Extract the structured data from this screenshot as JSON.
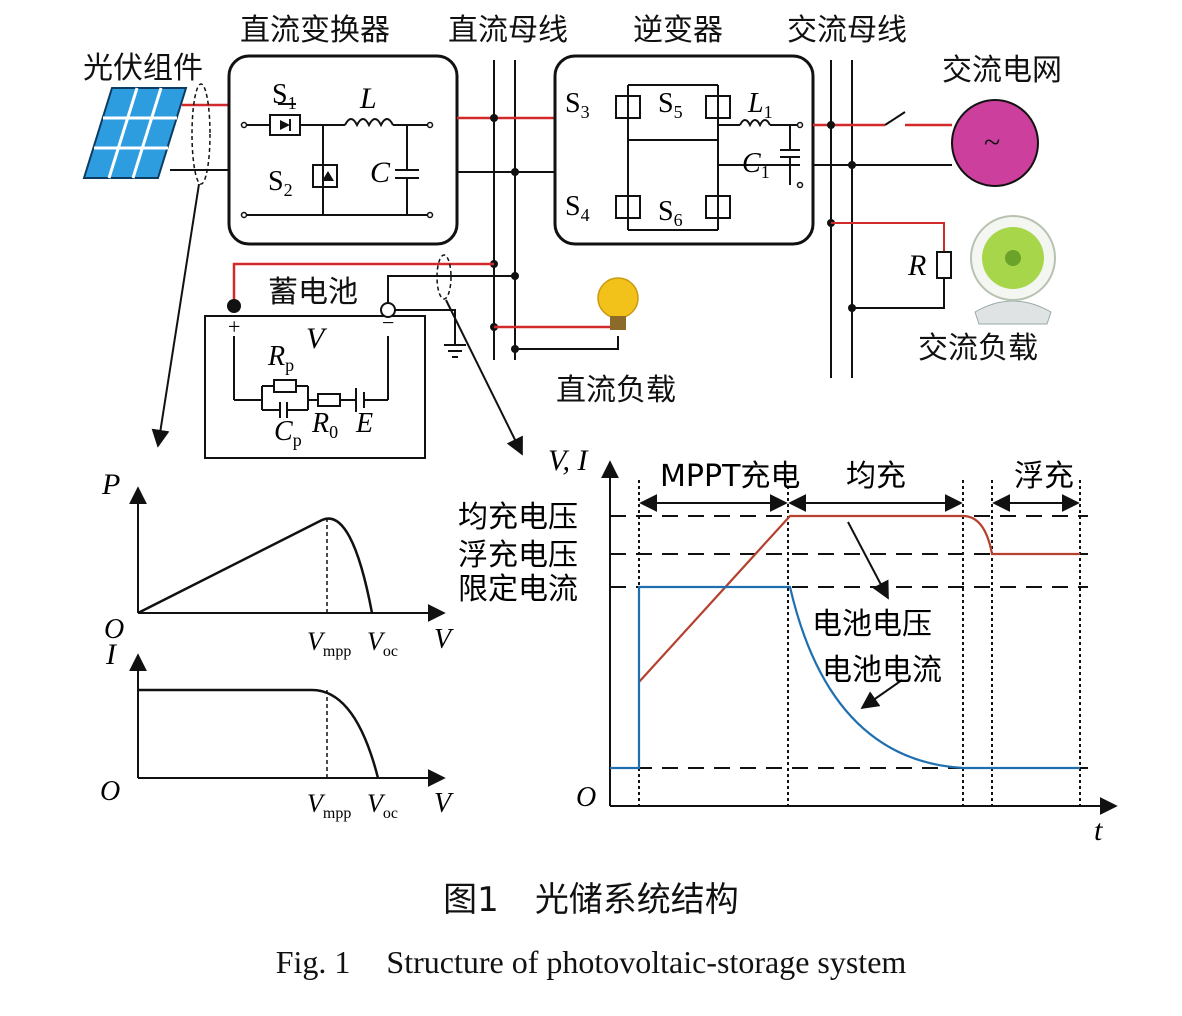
{
  "labels": {
    "pv_module": "光伏组件",
    "dc_converter": "直流变换器",
    "dc_bus": "直流母线",
    "inverter": "逆变器",
    "ac_bus": "交流母线",
    "ac_grid": "交流电网",
    "battery": "蓄电池",
    "dc_load": "直流负载",
    "ac_load": "交流负载",
    "grid_symbol": "~",
    "plus": "+",
    "minus": "−"
  },
  "components": {
    "S1": "S",
    "S1_sub": "1",
    "S2": "S",
    "S2_sub": "2",
    "S3": "S",
    "S3_sub": "3",
    "S4": "S",
    "S4_sub": "4",
    "S5": "S",
    "S5_sub": "5",
    "S6": "S",
    "S6_sub": "6",
    "L": "L",
    "L1": "L",
    "L1_sub": "1",
    "C": "C",
    "C1": "C",
    "C1_sub": "1",
    "R": "R",
    "V": "V",
    "Rp": "R",
    "Rp_sub": "p",
    "Cp": "C",
    "Cp_sub": "p",
    "R0": "R",
    "R0_sub": "0",
    "E": "E"
  },
  "pv_curves": {
    "p_axis": "P",
    "i_axis": "I",
    "origin": "O",
    "v_axis": "V",
    "vmpp": "V",
    "vmpp_sub": "mpp",
    "voc": "V",
    "voc_sub": "oc"
  },
  "charge_chart": {
    "y_axis": "V, I",
    "x_axis": "t",
    "origin": "O",
    "stages": [
      "MPPT充电",
      "均充",
      "浮充"
    ],
    "levels": [
      "均充电压",
      "浮充电压",
      "限定电流"
    ],
    "curve_labels": [
      "电池电压",
      "电池电流"
    ],
    "colors": {
      "voltage": "#b5412f",
      "current": "#1f6fb0"
    }
  },
  "colors": {
    "red_wire": "#d22a2a",
    "grid_source": "#cc3f9c",
    "pv_panel": "#2e9de0",
    "bulb": "#f2c21b"
  },
  "caption": {
    "cn_label": "图1",
    "cn_title": "光储系统结构",
    "en_label": "Fig. 1",
    "en_title": "Structure of photovoltaic-storage system"
  }
}
